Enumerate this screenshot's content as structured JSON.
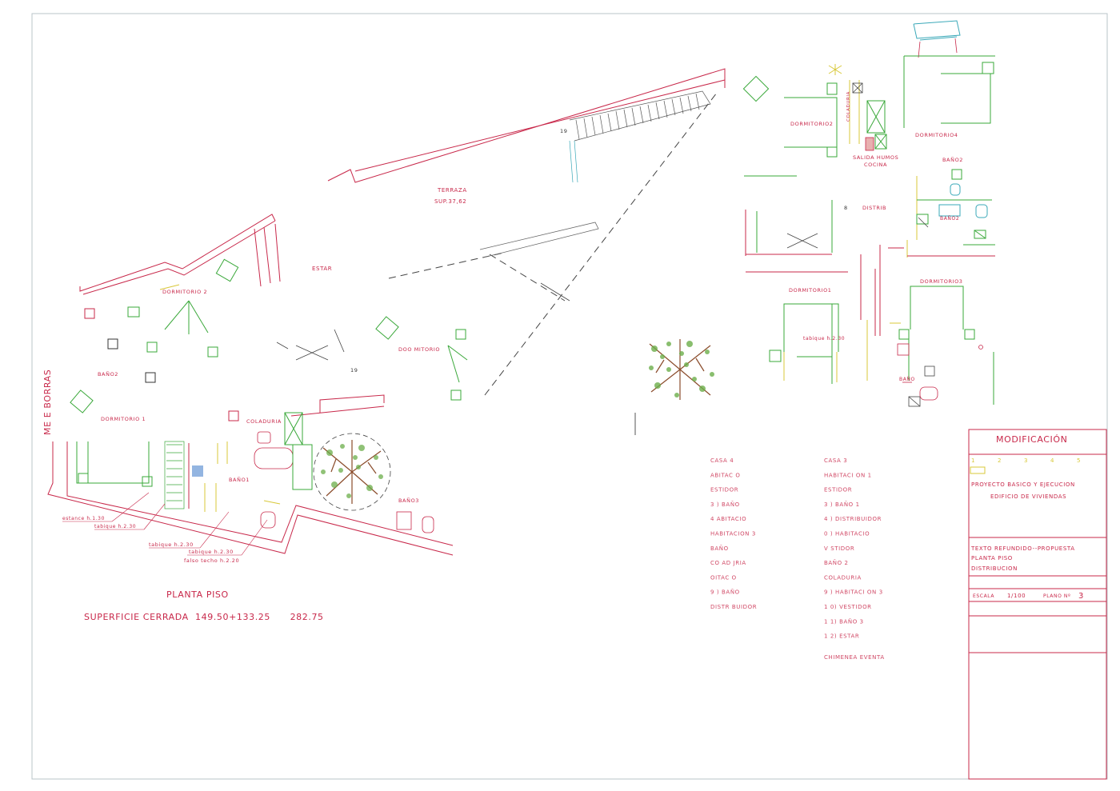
{
  "colors": {
    "wall": "#c8284a",
    "green": "#3aa83a",
    "yellow": "#d8c838",
    "cyan": "#39a8b8",
    "grey": "#666666",
    "frame": "#9aa8b0",
    "tree_green": "#6cae4a",
    "tree_brown": "#8a4b2a"
  },
  "plan_left": {
    "title": "PLANTA PISO",
    "surface": "SUPERFICIE CERRADA  149.50+133.25      282.75",
    "street": "ME  E  BORRAS",
    "labels": {
      "terraza": "TERRAZA",
      "sup": "SUP.37,62",
      "estar": "ESTAR",
      "dormitorio2": "DORMITORIO 2",
      "dormitorio1": "DORMITORIO 1",
      "bano2": "BAÑO2",
      "dormitorio_mid": "DOO MITORIO",
      "coladuria": "COLADURIA",
      "bano1": "BAÑO1",
      "bano3": "BAÑO3",
      "n19a": "19",
      "n19b": "19",
      "estance": "estance  h.1.30",
      "tabique_a": "tabique  h.2.30",
      "tabique_b": "tabique  h.2.30",
      "tabique_c": "tabique  h.2.30",
      "falso": "falso  techo  h.2.20"
    }
  },
  "plan_right": {
    "labels": {
      "dormitorio2": "DORMITORIO2",
      "coladuria": "COLADURIA",
      "dormitorio4": "DORMITORIO4",
      "salida": "SALIDA  HUMOS",
      "cocina": "COCINA",
      "bano2a": "BAÑO2",
      "bano2b": "BAÑO2",
      "distrib": "DISTRIB",
      "n8": "8",
      "dormitorio1": "DORMITORIO1",
      "dormitorio3": "DORMITORIO3",
      "tabique": "tabique  h.2.30",
      "bano": "BAÑO"
    }
  },
  "legend": {
    "col1": [
      "CASA  4",
      "ABITAC O",
      "ESTIDOR",
      "3 )  BAÑO",
      "4      ABITACIO",
      "HABITACION  3",
      "BAÑO",
      "CO  AD JRIA",
      "OITAC O",
      "9 )  BAÑO",
      "DISTR  BUIDOR"
    ],
    "col2": [
      "CASA  3",
      "HABITACI ON  1",
      "ESTIDOR",
      "3 )  BAÑO  1",
      "4 )  DISTRIBUIDOR",
      "0 )  HABITACIO",
      "V  STIDOR",
      "BAÑO  2",
      "COLADURIA",
      "9 )  HABITACI ON  3",
      "1 0)  VESTIDOR",
      "1 1)  BAÑO  3",
      "1 2)  ESTAR",
      "CHIMENEA  EVENTA"
    ]
  },
  "title_block": {
    "header": "MODIFICACIÓN",
    "revisions": [
      "1",
      "2",
      "3",
      "4",
      "5"
    ],
    "project_line1": "PROYECTO  BASICO  Y  EJECUCION",
    "project_line2": "EDIFICIO  DE  VIVIENDAS",
    "desc_line1": "TEXTO  REFUNDIDO--PROPUESTA",
    "desc_line2": "PLANTA  PISO",
    "desc_line3": "DISTRIBUCION",
    "scale_label": "ESCALA",
    "scale_value": "1/100",
    "plano_label": "PLANO  Nº",
    "plano_value": "3"
  }
}
